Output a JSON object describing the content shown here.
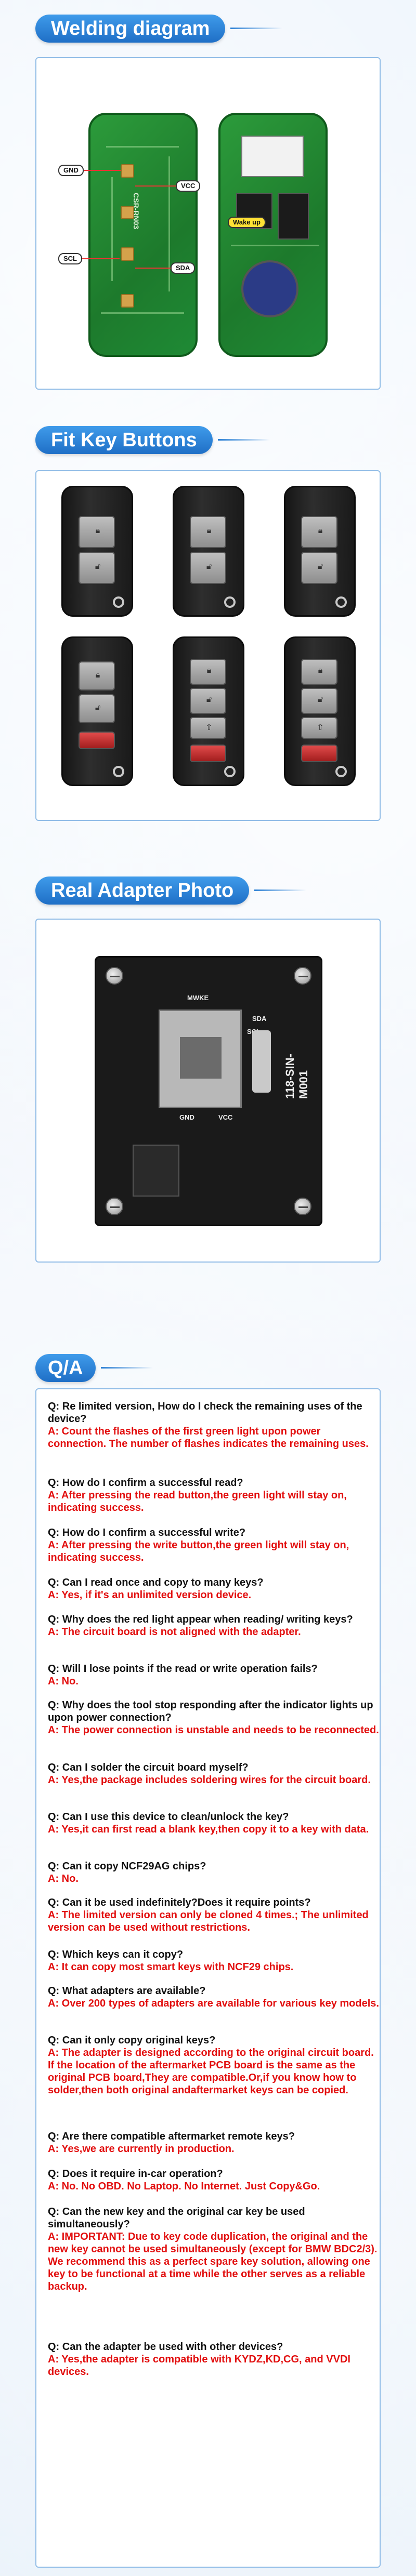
{
  "welding": {
    "title": "Welding diagram",
    "pins": [
      "GND",
      "VCC",
      "SCL",
      "SDA",
      "Wake up"
    ],
    "board_marking": "CSR-RN03"
  },
  "fit_keys": {
    "title": "Fit Key Buttons"
  },
  "adapter": {
    "title": "Real Adapter Photo",
    "labels": [
      "MWKE",
      "SDA",
      "SCL",
      "GND",
      "VCC"
    ],
    "board_marking": "118-SIN-M001"
  },
  "qa": {
    "title": "Q/A",
    "items": [
      {
        "q": "Q: Re limited version, How do I check the remaining uses of the device?",
        "a": "A: Count the flashes of the first green light upon power connection. The number of flashes indicates the remaining uses."
      },
      {
        "q": "Q: How do I confirm a successful read?",
        "a": "A: After pressing the read button,the green light will stay on, indicating success."
      },
      {
        "q": "Q: How do I confirm a successful write?",
        "a": "A: After pressing the write button,the green light will stay on, indicating success."
      },
      {
        "q": "Q: Can I read once and copy to many keys?",
        "a": "A: Yes, if it's an unlimited version device."
      },
      {
        "q": "Q: Why does the red light appear when reading/ writing keys?",
        "a": "A: The circuit board is not aligned with the adapter."
      },
      {
        "q": "Q: Will I lose points if the read or write operation fails?",
        "a": "A: No."
      },
      {
        "q": "Q: Why does the tool stop responding after the indicator lights up upon power connection?",
        "a": "A: The power connection is unstable and needs to be reconnected."
      },
      {
        "q": "Q: Can I solder the circuit board myself?",
        "a": "A: Yes,the package includes soldering wires for the circuit board."
      },
      {
        "q": "Q: Can I use this device to clean/unlock the key?",
        "a": "A: Yes,it can first read a blank key,then copy it to a key with data."
      },
      {
        "q": "Q: Can it copy NCF29AG chips?",
        "a": "A: No."
      },
      {
        "q": "Q: Can it be used indefinitely?Does it require points?",
        "a": "A: The limited version can only be cloned 4 times.; The unlimited version can be used without restrictions."
      },
      {
        "q": "Q: Which keys can it copy?",
        "a": "A: It can copy most smart keys with NCF29 chips."
      },
      {
        "q": "Q: What adapters are available?",
        "a": "A: Over 200 types of adapters are available for various key models."
      },
      {
        "q": "Q: Can it only copy original keys?",
        "a": "A:  The adapter is designed according to the original circuit board. If the location of the aftermarket PCB board is the same as the original PCB board,They are compatible.Or,if you know how to solder,then both original andaftermarket keys can be copied."
      },
      {
        "q": "Q: Are there compatible aftermarket remote keys?",
        "a": "A: Yes,we are currently in production."
      },
      {
        "q": "Q: Does it require in-car operation?",
        "a": "A: No. No OBD. No Laptop. No Internet. Just Copy&Go."
      },
      {
        "q": "Q: Can the new key and the original car key be used simultaneously?",
        "a": "A: IMPORTANT: Due to key code duplication, the original and the new key cannot be used simultaneously (except for BMW BDC2/3). We recommend this as a perfect spare key solution, allowing one key to be functional at a time while the other serves as a reliable backup."
      },
      {
        "q": "Q: Can the adapter be used with other devices?",
        "a": "A: Yes,the adapter is compatible with KYDZ,KD,CG, and VVDI devices."
      }
    ]
  }
}
